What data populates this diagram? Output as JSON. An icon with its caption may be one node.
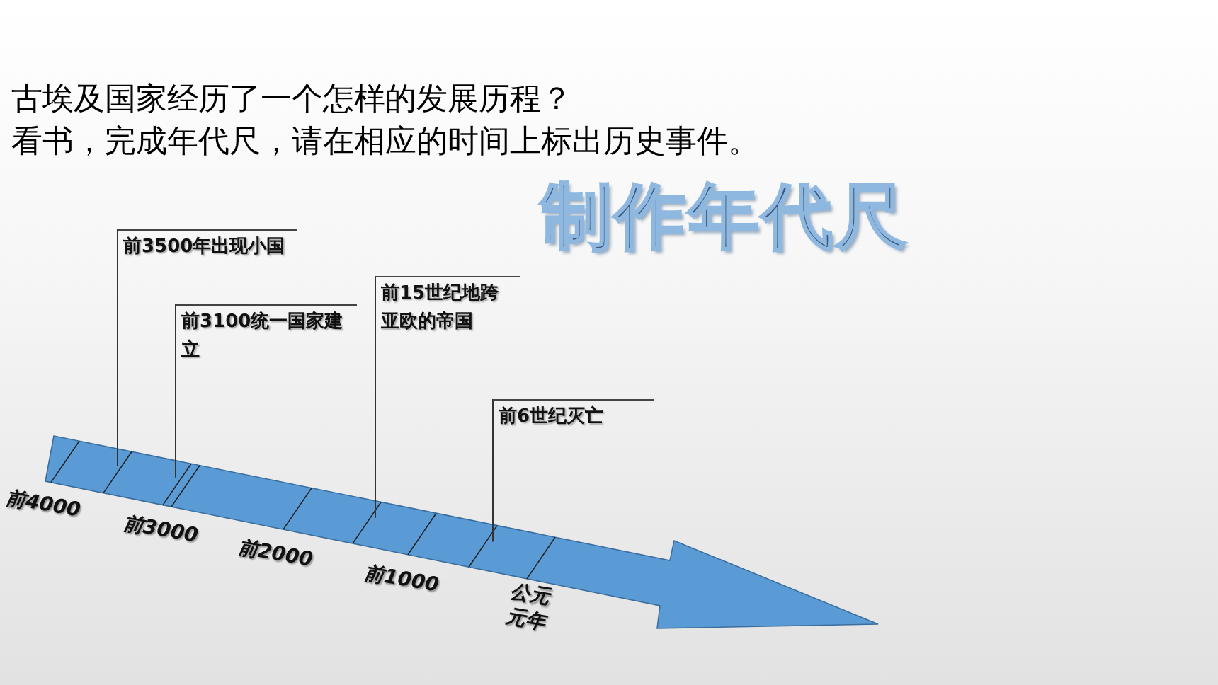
{
  "diagram": {
    "title": "制作年代尺",
    "nodes": [
      {
        "text": [
          "前3500年出现小国"
        ]
      },
      {
        "text": [
          "前3100统一国家建立"
        ]
      },
      {
        "text": [
          "前15世纪地跨亚欧的帝国"
        ]
      },
      {
        "text": [
          "前6世纪灭亡"
        ]
      }
    ],
    "edges": [
      {
        "from": 0,
        "to": null,
        "arrow": "none"
      },
      {
        "from": 1,
        "to": null,
        "arrow": "none"
      },
      {
        "from": 2,
        "to": null,
        "arrow": "none"
      },
      {
        "from": 3,
        "to": null,
        "arrow": "none"
      }
    ],
    "labels": [
      "古埃及国家经历了一个怎样的发展历程？",
      "看书，完成年代尺，请在相应的时间上标出历史事件。",
      "前4000",
      "前3000",
      "前2000",
      "前1000",
      "公元元年"
    ]
  }
}
